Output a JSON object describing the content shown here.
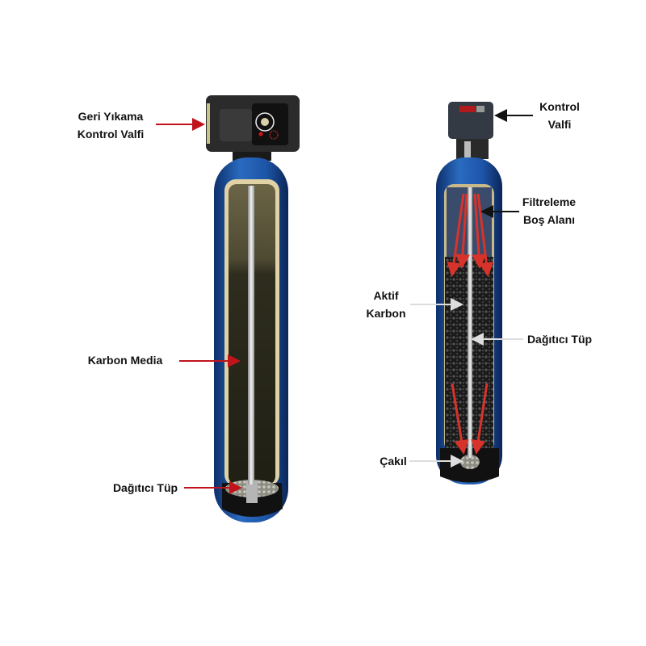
{
  "left_diagram": {
    "valve_label_line1": "Geri Yıkama",
    "valve_label_line2": "Kontrol Valfi",
    "media_label": "Karbon Media",
    "tube_label": "Dağıtıcı Tüp",
    "arrow_color": "#c0141a"
  },
  "right_diagram": {
    "valve_label_line1": "Kontrol",
    "valve_label_line2": "Valfi",
    "freeboard_label_line1": "Filtreleme",
    "freeboard_label_line2": "Boş Alanı",
    "carbon_label_line1": "Aktif",
    "carbon_label_line2": "Karbon",
    "tube_label": "Dağıtıcı Tüp",
    "gravel_label": "Çakıl",
    "flow_arrow_color": "#d8332a"
  }
}
